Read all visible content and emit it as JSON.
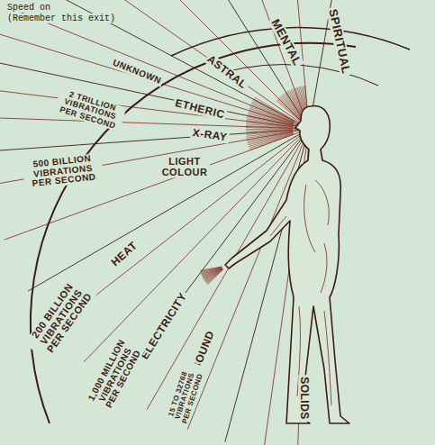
{
  "diagram": {
    "labels": [
      "Speed on",
      "(Remember this exit)",
      "SPIRITUAL",
      "MENTAL",
      "ASTRAL",
      "ETHERIC",
      "UNKNOWN",
      "X-RAY",
      "2 TRILLION VIBRATIONS PER SECOND",
      "LIGHT COLOUR",
      "500 BILLION VIBRATIONS PER SECOND",
      "HEAT",
      "200 BILLION VIBRATIONS PER SECOND",
      "ELECTRICITY",
      "1,000 MILLION VIBRATIONS PER SECOND",
      "SOUND",
      "15 TO 32768 VIBRATIONS PER SECOND",
      "SOLIDS"
    ]
  }
}
